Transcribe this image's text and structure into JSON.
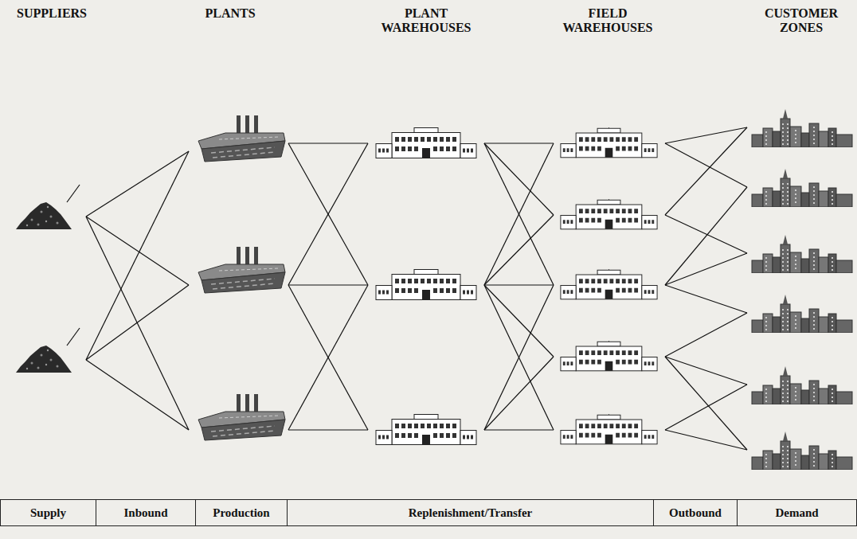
{
  "diagram": {
    "nodes": [
      {
        "text": [
          "Supply"
        ]
      },
      {
        "text": [
          "Inbound"
        ]
      },
      {
        "text": [
          "Production"
        ]
      },
      {
        "text": [
          "Replenishment/Transfer"
        ]
      },
      {
        "text": [
          "Outbound"
        ]
      },
      {
        "text": [
          "Demand"
        ]
      }
    ],
    "labels": [
      "SUPPLIERS",
      "PLANTS",
      "PLANT WAREHOUSES",
      "FIELD WAREHOUSES",
      "CUSTOMER ZONES"
    ]
  }
}
